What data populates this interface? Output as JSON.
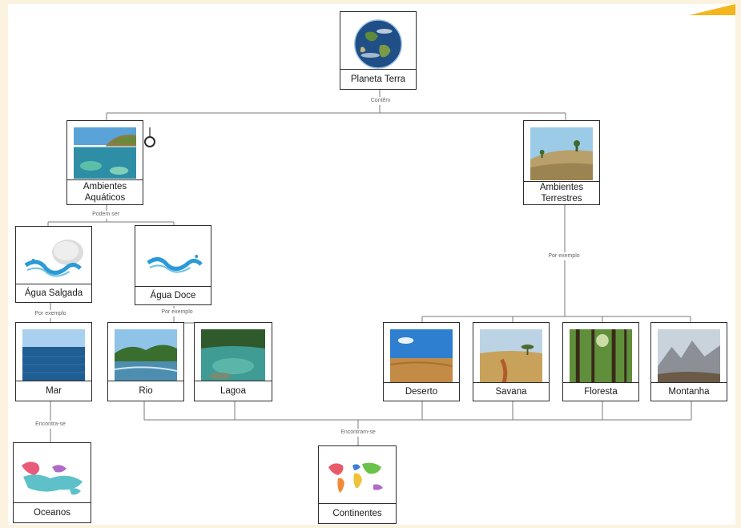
{
  "nodes": {
    "planeta_terra": {
      "label": "Planeta Terra",
      "icon": "earth-globe-photo"
    },
    "ambientes_aquaticos": {
      "label": "Ambientes Aquáticos",
      "icon": "coastal-water-photo"
    },
    "ambientes_terrestres": {
      "label": "Ambientes Terrestres",
      "icon": "grassy-hill-photo"
    },
    "agua_salgada": {
      "label": "Água Salgada",
      "icon": "water-splash-with-salt-photo"
    },
    "agua_doce": {
      "label": "Água Doce",
      "icon": "water-splash-photo"
    },
    "mar": {
      "label": "Mar",
      "icon": "sea-horizon-photo"
    },
    "rio": {
      "label": "Rio",
      "icon": "river-photo"
    },
    "lagoa": {
      "label": "Lagoa",
      "icon": "lagoon-photo"
    },
    "deserto": {
      "label": "Deserto",
      "icon": "desert-photo"
    },
    "savana": {
      "label": "Savana",
      "icon": "savanna-photo"
    },
    "floresta": {
      "label": "Floresta",
      "icon": "forest-photo"
    },
    "montanha": {
      "label": "Montanha",
      "icon": "mountain-photo"
    },
    "oceanos": {
      "label": "Oceanos",
      "icon": "world-map-oceans-photo"
    },
    "continentes": {
      "label": "Continentes",
      "icon": "world-map-continents-photo"
    }
  },
  "edge_labels": {
    "contem": "Contêm",
    "podem_ser": "Podem ser",
    "por_exemplo_terrestres": "Por exemplo",
    "por_exemplo_salgada": "Por exemplo",
    "por_exemplo_doce": "Por exemplo",
    "encontra_se": "Encontra-se",
    "encontram_se": "Encontram-se"
  },
  "colors": {
    "page_background": "#fbf3df",
    "canvas": "#ffffff",
    "connector": "#7a7a7a",
    "node_border": "#2c2c2c",
    "accent_mark": "#f5b51c"
  }
}
